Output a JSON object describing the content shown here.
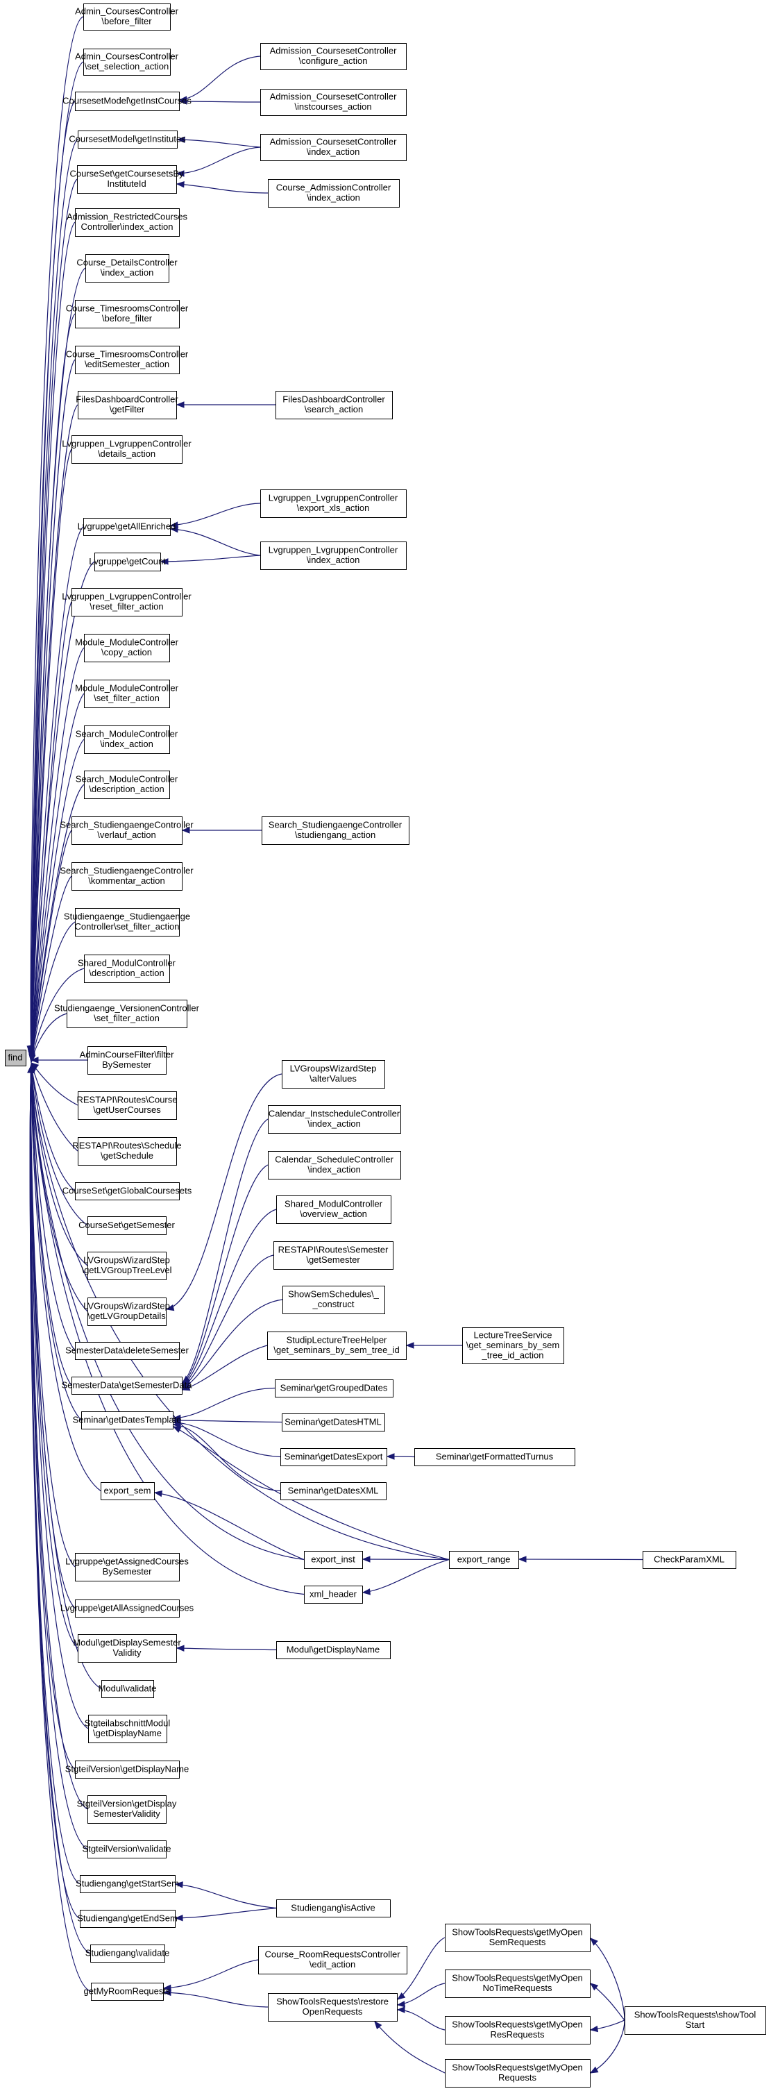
{
  "graph": {
    "nodes": [
      {
        "id": "find",
        "lines": [
          "find"
        ]
      },
      {
        "id": "n1",
        "lines": [
          "Admin_CoursesController",
          "\\before_filter"
        ]
      },
      {
        "id": "n2",
        "lines": [
          "Admin_CoursesController",
          "\\set_selection_action"
        ]
      },
      {
        "id": "n3",
        "lines": [
          "CoursesetModel\\getInstCourses"
        ]
      },
      {
        "id": "n4",
        "lines": [
          "Admission_CoursesetController",
          "\\configure_action"
        ]
      },
      {
        "id": "n5",
        "lines": [
          "Admission_CoursesetController",
          "\\instcourses_action"
        ]
      },
      {
        "id": "n6",
        "lines": [
          "CoursesetModel\\getInstitutes"
        ]
      },
      {
        "id": "n7",
        "lines": [
          "Admission_CoursesetController",
          "\\index_action"
        ]
      },
      {
        "id": "n8",
        "lines": [
          "CourseSet\\getCoursesetsBy",
          "InstituteId"
        ]
      },
      {
        "id": "n9",
        "lines": [
          "Course_AdmissionController",
          "\\index_action"
        ]
      },
      {
        "id": "n10",
        "lines": [
          "Admission_RestrictedCourses",
          "Controller\\index_action"
        ]
      },
      {
        "id": "n11",
        "lines": [
          "Course_DetailsController",
          "\\index_action"
        ]
      },
      {
        "id": "n12",
        "lines": [
          "Course_TimesroomsController",
          "\\before_filter"
        ]
      },
      {
        "id": "n13",
        "lines": [
          "Course_TimesroomsController",
          "\\editSemester_action"
        ]
      },
      {
        "id": "n14",
        "lines": [
          "FilesDashboardController",
          "\\getFilter"
        ]
      },
      {
        "id": "n15",
        "lines": [
          "FilesDashboardController",
          "\\search_action"
        ]
      },
      {
        "id": "n16",
        "lines": [
          "Lvgruppen_LvgruppenController",
          "\\details_action"
        ]
      },
      {
        "id": "n17",
        "lines": [
          "Lvgruppen_LvgruppenController",
          "\\export_xls_action"
        ]
      },
      {
        "id": "n18",
        "lines": [
          "Lvgruppe\\getAllEnriched"
        ]
      },
      {
        "id": "n19",
        "lines": [
          "Lvgruppen_LvgruppenController",
          "\\index_action"
        ]
      },
      {
        "id": "n20",
        "lines": [
          "Lvgruppe\\getCount"
        ]
      },
      {
        "id": "n21",
        "lines": [
          "Lvgruppen_LvgruppenController",
          "\\reset_filter_action"
        ]
      },
      {
        "id": "n22",
        "lines": [
          "Module_ModuleController",
          "\\copy_action"
        ]
      },
      {
        "id": "n23",
        "lines": [
          "Module_ModuleController",
          "\\set_filter_action"
        ]
      },
      {
        "id": "n24",
        "lines": [
          "Search_ModuleController",
          "\\index_action"
        ]
      },
      {
        "id": "n25",
        "lines": [
          "Search_ModuleController",
          "\\description_action"
        ]
      },
      {
        "id": "n26",
        "lines": [
          "Search_StudiengaengeController",
          "\\verlauf_action"
        ]
      },
      {
        "id": "n27",
        "lines": [
          "Search_StudiengaengeController",
          "\\studiengang_action"
        ]
      },
      {
        "id": "n28",
        "lines": [
          "Search_StudiengaengeController",
          "\\kommentar_action"
        ]
      },
      {
        "id": "n29",
        "lines": [
          "Studiengaenge_Studiengaenge",
          "Controller\\set_filter_action"
        ]
      },
      {
        "id": "n30",
        "lines": [
          "Shared_ModulController",
          "\\description_action"
        ]
      },
      {
        "id": "n31",
        "lines": [
          "Studiengaenge_VersionenController",
          "\\set_filter_action"
        ]
      },
      {
        "id": "n32",
        "lines": [
          "AdminCourseFilter\\filter",
          "BySemester"
        ]
      },
      {
        "id": "n33",
        "lines": [
          "LVGroupsWizardStep",
          "\\alterValues"
        ]
      },
      {
        "id": "n34",
        "lines": [
          "RESTAPI\\Routes\\Course",
          "\\getUserCourses"
        ]
      },
      {
        "id": "n35",
        "lines": [
          "Calendar_InstscheduleController",
          "\\index_action"
        ]
      },
      {
        "id": "n36",
        "lines": [
          "RESTAPI\\Routes\\Schedule",
          "\\getSchedule"
        ]
      },
      {
        "id": "n37",
        "lines": [
          "Calendar_ScheduleController",
          "\\index_action"
        ]
      },
      {
        "id": "n38",
        "lines": [
          "CourseSet\\getGlobalCoursesets"
        ]
      },
      {
        "id": "n39",
        "lines": [
          "Shared_ModulController",
          "\\overview_action"
        ]
      },
      {
        "id": "n40",
        "lines": [
          "CourseSet\\getSemester"
        ]
      },
      {
        "id": "n41",
        "lines": [
          "RESTAPI\\Routes\\Semester",
          "\\getSemester"
        ]
      },
      {
        "id": "n42",
        "lines": [
          "LVGroupsWizardStep",
          "\\getLVGroupTreeLevel"
        ]
      },
      {
        "id": "n43",
        "lines": [
          "ShowSemSchedules\\_",
          "_construct"
        ]
      },
      {
        "id": "n44",
        "lines": [
          "LVGroupsWizardStep",
          "\\getLVGroupDetails"
        ]
      },
      {
        "id": "n45",
        "lines": [
          "StudipLectureTreeHelper",
          "\\get_seminars_by_sem_tree_id"
        ]
      },
      {
        "id": "n46",
        "lines": [
          "LectureTreeService",
          "\\get_seminars_by_sem",
          "_tree_id_action"
        ]
      },
      {
        "id": "n47",
        "lines": [
          "SemesterData\\deleteSemester"
        ]
      },
      {
        "id": "n48",
        "lines": [
          "SemesterData\\getSemesterData"
        ]
      },
      {
        "id": "n49",
        "lines": [
          "Seminar\\getGroupedDates"
        ]
      },
      {
        "id": "n50",
        "lines": [
          "Seminar\\getDatesTemplate"
        ]
      },
      {
        "id": "n51",
        "lines": [
          "Seminar\\getDatesHTML"
        ]
      },
      {
        "id": "n52",
        "lines": [
          "Seminar\\getDatesExport"
        ]
      },
      {
        "id": "n53",
        "lines": [
          "Seminar\\getFormattedTurnus"
        ]
      },
      {
        "id": "n54",
        "lines": [
          "Seminar\\getDatesXML"
        ]
      },
      {
        "id": "n55",
        "lines": [
          "export_sem"
        ]
      },
      {
        "id": "n56",
        "lines": [
          "export_inst"
        ]
      },
      {
        "id": "n57",
        "lines": [
          "export_range"
        ]
      },
      {
        "id": "n58",
        "lines": [
          "CheckParamXML"
        ]
      },
      {
        "id": "n59",
        "lines": [
          "xml_header"
        ]
      },
      {
        "id": "n60",
        "lines": [
          "Lvgruppe\\getAssignedCourses",
          "BySemester"
        ]
      },
      {
        "id": "n61",
        "lines": [
          "Lvgruppe\\getAllAssignedCourses"
        ]
      },
      {
        "id": "n62",
        "lines": [
          "Modul\\getDisplaySemester",
          "Validity"
        ]
      },
      {
        "id": "n63",
        "lines": [
          "Modul\\getDisplayName"
        ]
      },
      {
        "id": "n64",
        "lines": [
          "Modul\\validate"
        ]
      },
      {
        "id": "n65",
        "lines": [
          "StgteilabschnittModul",
          "\\getDisplayName"
        ]
      },
      {
        "id": "n66",
        "lines": [
          "StgteilVersion\\getDisplayName"
        ]
      },
      {
        "id": "n67",
        "lines": [
          "StgteilVersion\\getDisplay",
          "SemesterValidity"
        ]
      },
      {
        "id": "n68",
        "lines": [
          "StgteilVersion\\validate"
        ]
      },
      {
        "id": "n69",
        "lines": [
          "Studiengang\\getStartSem"
        ]
      },
      {
        "id": "n70",
        "lines": [
          "Studiengang\\isActive"
        ]
      },
      {
        "id": "n71",
        "lines": [
          "Studiengang\\getEndSem"
        ]
      },
      {
        "id": "n72",
        "lines": [
          "Studiengang\\validate"
        ]
      },
      {
        "id": "n73",
        "lines": [
          "ShowToolsRequests\\getMyOpen",
          "SemRequests"
        ]
      },
      {
        "id": "n74",
        "lines": [
          "Course_RoomRequestsController",
          "\\edit_action"
        ]
      },
      {
        "id": "n75",
        "lines": [
          "ShowToolsRequests\\getMyOpen",
          "NoTimeRequests"
        ]
      },
      {
        "id": "n76",
        "lines": [
          "getMyRoomRequests"
        ]
      },
      {
        "id": "n77",
        "lines": [
          "ShowToolsRequests\\restore",
          "OpenRequests"
        ]
      },
      {
        "id": "n78",
        "lines": [
          "ShowToolsRequests\\showTool",
          "Start"
        ]
      },
      {
        "id": "n79",
        "lines": [
          "ShowToolsRequests\\getMyOpen",
          "ResRequests"
        ]
      },
      {
        "id": "n80",
        "lines": [
          "ShowToolsRequests\\getMyOpen",
          "Requests"
        ]
      }
    ]
  }
}
